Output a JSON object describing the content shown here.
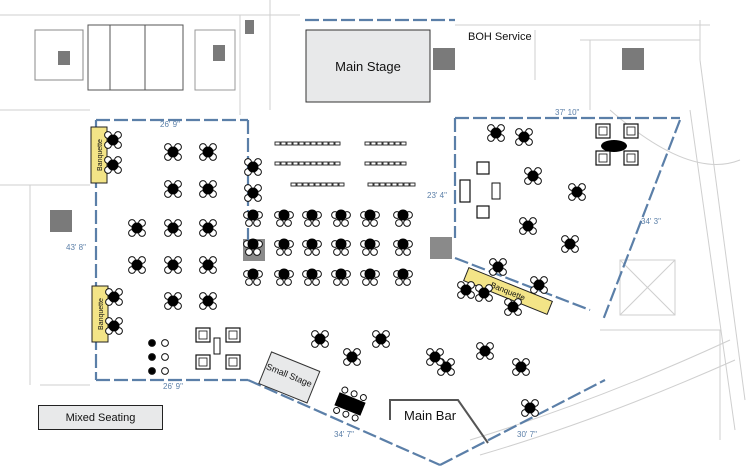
{
  "labels": {
    "main_stage": "Main Stage",
    "boh_service": "BOH Service",
    "small_stage": "Small Stage",
    "main_bar": "Main Bar",
    "banquette": "Banquette",
    "legend": "Mixed Seating"
  },
  "dimensions": {
    "left_top": "26' 9\"",
    "left_side": "43' 8\"",
    "left_bottom": "26' 9\"",
    "right_top": "37' 10\"",
    "right_inner": "23' 4\"",
    "right_diag": "34' 3\"",
    "bottom_left": "34' 7\"",
    "bottom_right": "30' 7\""
  },
  "colors": {
    "wall_blue": "#5b7fa8",
    "banquette": "#f3e487",
    "stage_fill": "#e8e9ea"
  }
}
